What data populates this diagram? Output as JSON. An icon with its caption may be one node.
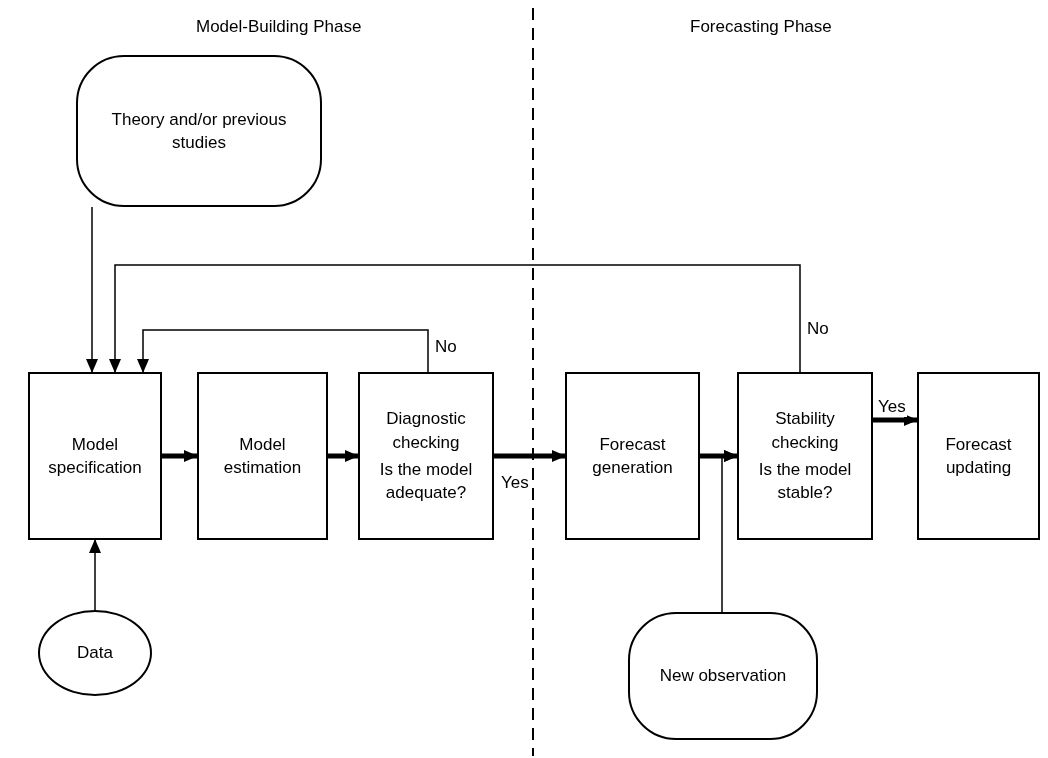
{
  "diagram": {
    "nodes": [
      {
        "text": [
          "Theory and/or previous studies"
        ]
      },
      {
        "text": [
          "Model specification"
        ]
      },
      {
        "text": [
          "Model estimation"
        ]
      },
      {
        "text": [
          "Diagnostic checking",
          "Is the model adequate?"
        ]
      },
      {
        "text": [
          "Forecast generation"
        ]
      },
      {
        "text": [
          "Stability checking",
          "Is the model stable?"
        ]
      },
      {
        "text": [
          "Forecast updating"
        ]
      },
      {
        "text": [
          "Data"
        ]
      },
      {
        "text": [
          "New observation"
        ]
      }
    ],
    "edges": [
      {
        "from": 0,
        "to": 1,
        "arrow": "to"
      },
      {
        "from": 7,
        "to": 1,
        "arrow": "to"
      },
      {
        "from": 1,
        "to": 2,
        "arrow": "to",
        "style": "thick"
      },
      {
        "from": 2,
        "to": 3,
        "arrow": "to",
        "style": "thick"
      },
      {
        "from": 3,
        "to": 4,
        "arrow": "to",
        "label": "Yes",
        "style": "thick"
      },
      {
        "from": 4,
        "to": 5,
        "arrow": "to",
        "style": "thick"
      },
      {
        "from": 8,
        "to": 5,
        "arrow": "to"
      },
      {
        "from": 5,
        "to": 6,
        "arrow": "to",
        "label": "Yes",
        "style": "thick"
      },
      {
        "from": 3,
        "to": 1,
        "arrow": "to",
        "label": "No"
      },
      {
        "from": 5,
        "to": 1,
        "arrow": "to",
        "label": "No"
      }
    ],
    "labels": [
      "Model-Building Phase",
      "Forecasting Phase"
    ]
  }
}
